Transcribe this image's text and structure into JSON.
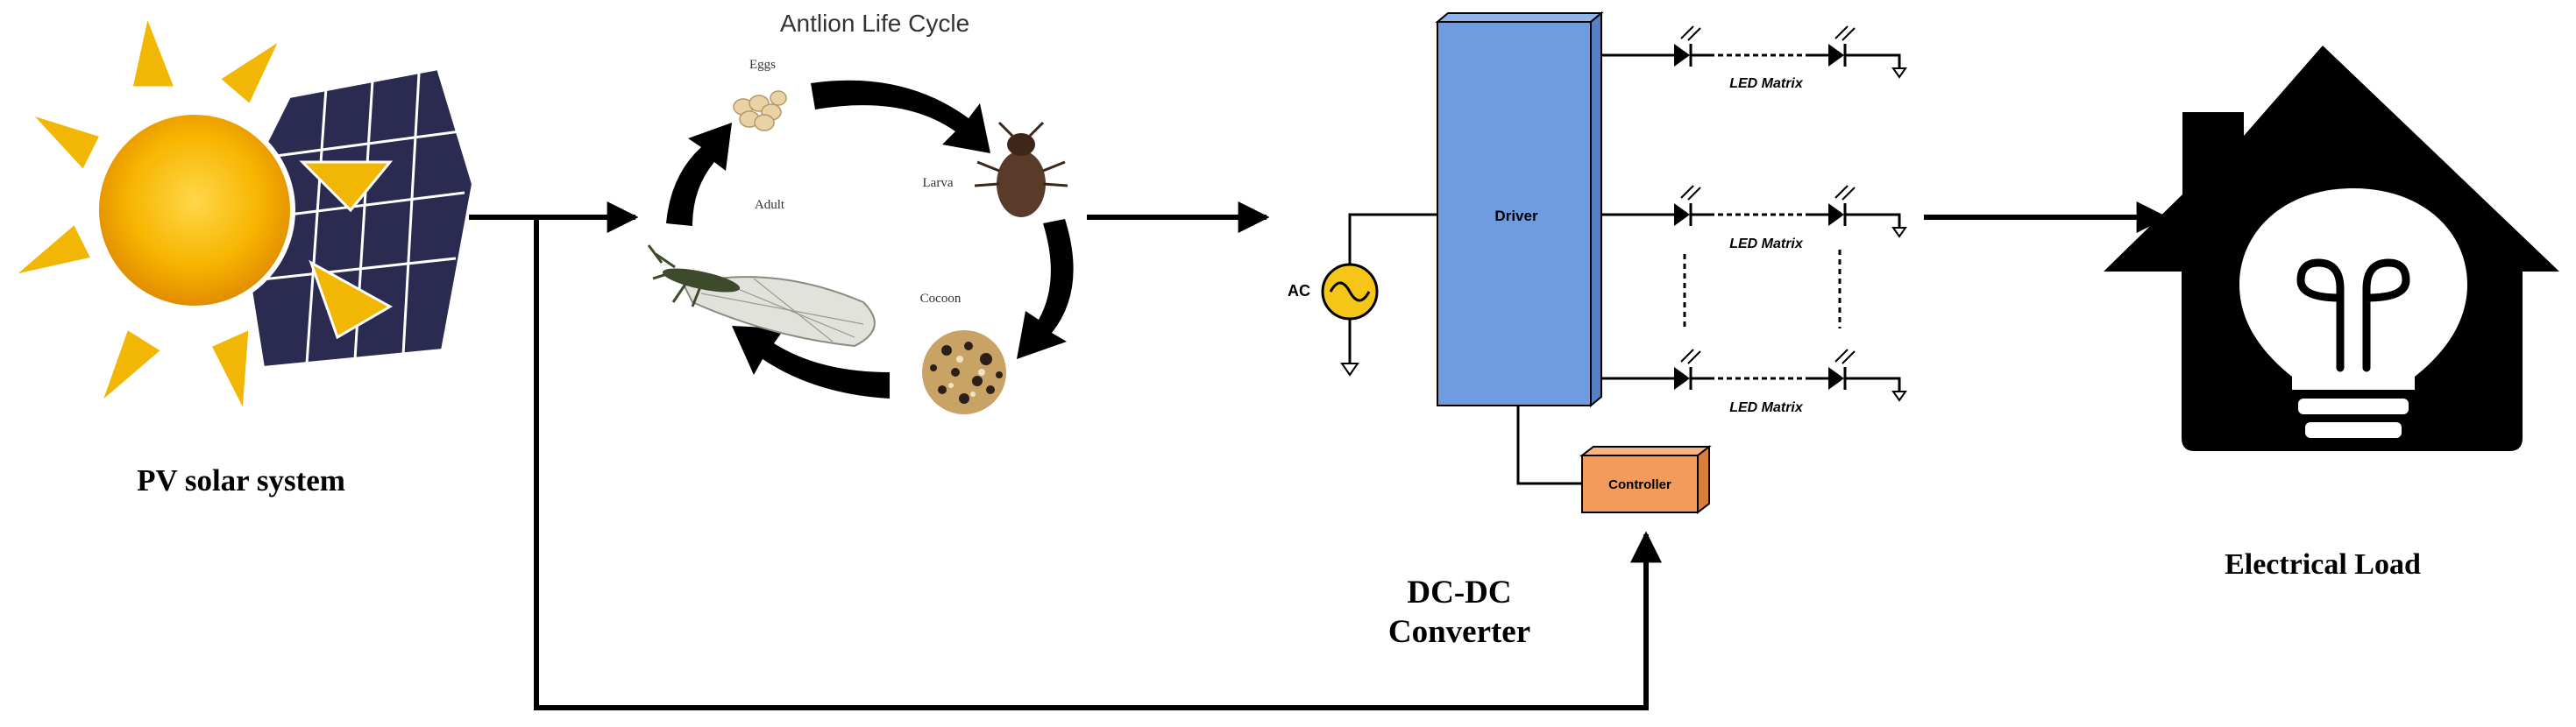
{
  "pv": {
    "label": "PV solar system"
  },
  "antlion": {
    "title": "Antlion Life Cycle",
    "stages": {
      "eggs": "Eggs",
      "larva": "Larva",
      "cocoon": "Cocoon",
      "adult": "Adult"
    }
  },
  "converter": {
    "driver_label": "Driver",
    "controller_label": "Controller",
    "ac_label": "AC",
    "title_line1": "DC-DC",
    "title_line2": "Converter",
    "led_rows": [
      "LED Matrix",
      "LED Matrix",
      "LED Matrix"
    ]
  },
  "load": {
    "label": "Electrical Load"
  },
  "colors": {
    "driver_fill": "#6f9ce0",
    "controller_fill": "#f29b5a",
    "ac_source_fill": "#f5c518",
    "sun_core": "#f7b500",
    "sun_rays": "#f2b705",
    "panel": "#2b2b52"
  }
}
